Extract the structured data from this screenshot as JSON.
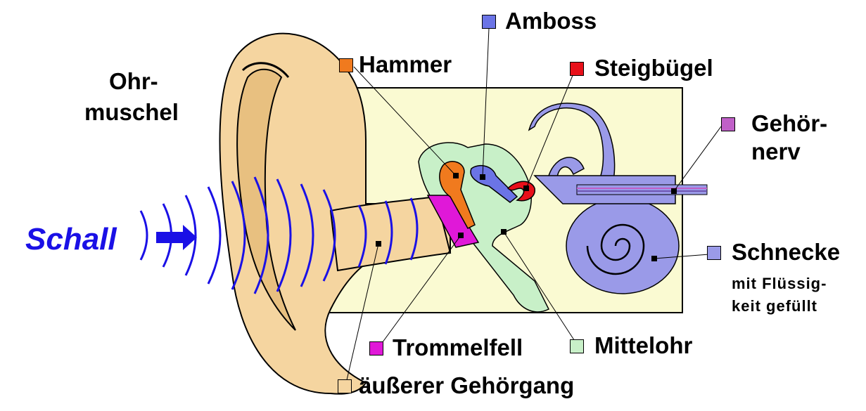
{
  "title_labels": {
    "ohrmuschel_line1": "Ohr-",
    "ohrmuschel_line2": "muschel",
    "schall": "Schall",
    "hammer": "Hammer",
    "amboss": "Amboss",
    "steigbuegel": "Steigbügel",
    "gehoernerv_line1": "Gehör-",
    "gehoernerv_line2": "nerv",
    "schnecke": "Schnecke",
    "schnecke_note_line1": "mit Flüssig-",
    "schnecke_note_line2": "keit gefüllt",
    "trommelfell": "Trommelfell",
    "mittelohr": "Mittelohr",
    "aeusserer_gehoergang": "äußerer Gehörgang"
  },
  "legend_colors": {
    "hammer": "#f07a1e",
    "amboss": "#6b74e6",
    "steigbuegel": "#e8101a",
    "gehoernerv": "#c060c8",
    "schnecke": "#9a9ae8",
    "trommelfell": "#e018d8",
    "mittelohr": "#c8f0c8",
    "aeusserer_gehoergang": "#f5d5a0"
  },
  "colors": {
    "ear_skin": "#f5d5a0",
    "ear_shadow": "#e8c080",
    "head_box": "#fafad2",
    "middle_ear": "#c8f0c8",
    "inner_ear": "#9a9ae8",
    "sound_waves": "#1a10e6"
  }
}
